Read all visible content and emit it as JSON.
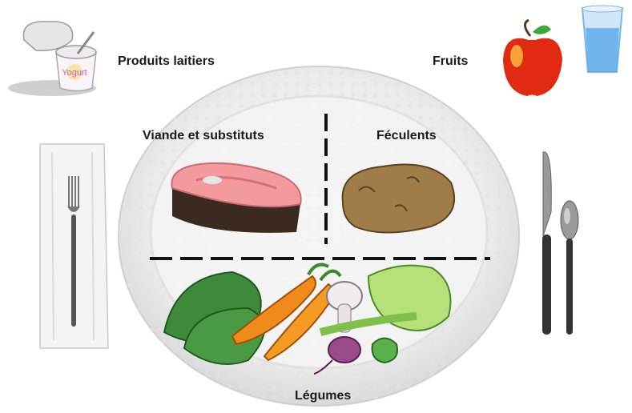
{
  "labels": {
    "dairy": "Produits laitiers",
    "fruits": "Fruits",
    "meat": "Viande et substituts",
    "starch": "Féculents",
    "vegetables": "Légumes"
  },
  "yogurt_text": "Yogurt",
  "colors": {
    "plate": "#ececec",
    "plate_rim": "#d6d6d6",
    "divider": "#111111",
    "apple": "#e02a12",
    "glass": "#5aa8e8",
    "napkin": "#f4f4f4"
  },
  "icons": [
    "yogurt-icon",
    "apple-icon",
    "water-glass-icon",
    "napkin-icon",
    "fork-icon",
    "knife-icon",
    "spoon-icon",
    "steak-icon",
    "potato-icon",
    "vegetables-icon"
  ]
}
